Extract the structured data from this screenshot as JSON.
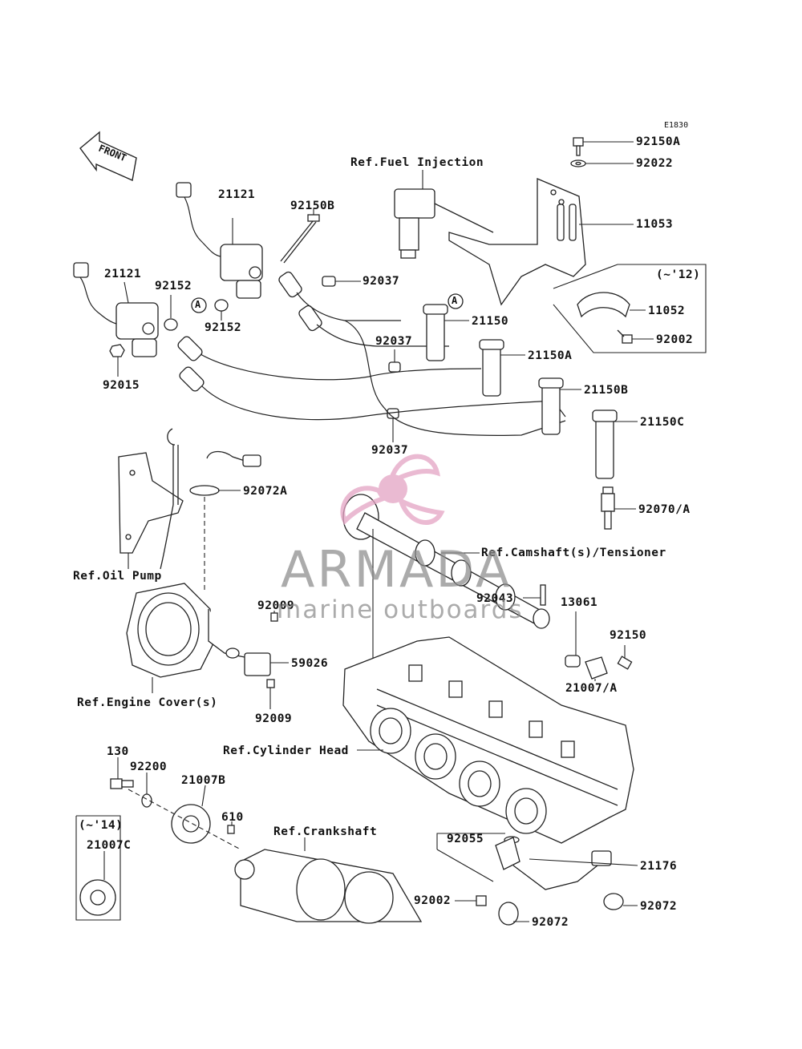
{
  "diagram_code": "E1830",
  "front_arrow": "FRONT",
  "callout_letter": "A",
  "labels": {
    "ref_fuel_injection": "Ref.Fuel Injection",
    "p92150A": "92150A",
    "p92022": "92022",
    "p11053": "11053",
    "p21121_a": "21121",
    "p21121_b": "21121",
    "p92150B": "92150B",
    "p92152_a": "92152",
    "p92152_b": "92152",
    "p92037_a": "92037",
    "p92037_b": "92037",
    "p92037_c": "92037",
    "p92015": "92015",
    "p21150": "21150",
    "p21150A": "21150A",
    "p21150B": "21150B",
    "p21150C": "21150C",
    "range_12": "(~'12)",
    "p11052": "11052",
    "p92002_a": "92002",
    "p92072A": "92072A",
    "p92070A": "92070/A",
    "ref_oil_pump": "Ref.Oil Pump",
    "ref_camshaft": "Ref.Camshaft(s)/Tensioner",
    "p92009_a": "92009",
    "p13061": "13061",
    "p92150": "92150",
    "p92043": "92043",
    "p59026": "59026",
    "p21007A": "21007/A",
    "ref_engine_cover": "Ref.Engine Cover(s)",
    "p92009_b": "92009",
    "ref_cylinder_head": "Ref.Cylinder Head",
    "p130": "130",
    "p92200": "92200",
    "p21007B": "21007B",
    "p610": "610",
    "range_14": "(~'14)",
    "p21007C": "21007C",
    "ref_crankshaft": "Ref.Crankshaft",
    "p92055": "92055",
    "p21176": "21176",
    "p92002_b": "92002",
    "p92072_a": "92072",
    "p92072_b": "92072"
  },
  "watermark": {
    "title": "ARMADA",
    "subtitle": "marine outboards",
    "logo_color": "#e4a3c3",
    "text_color": "#8c8c8c"
  }
}
